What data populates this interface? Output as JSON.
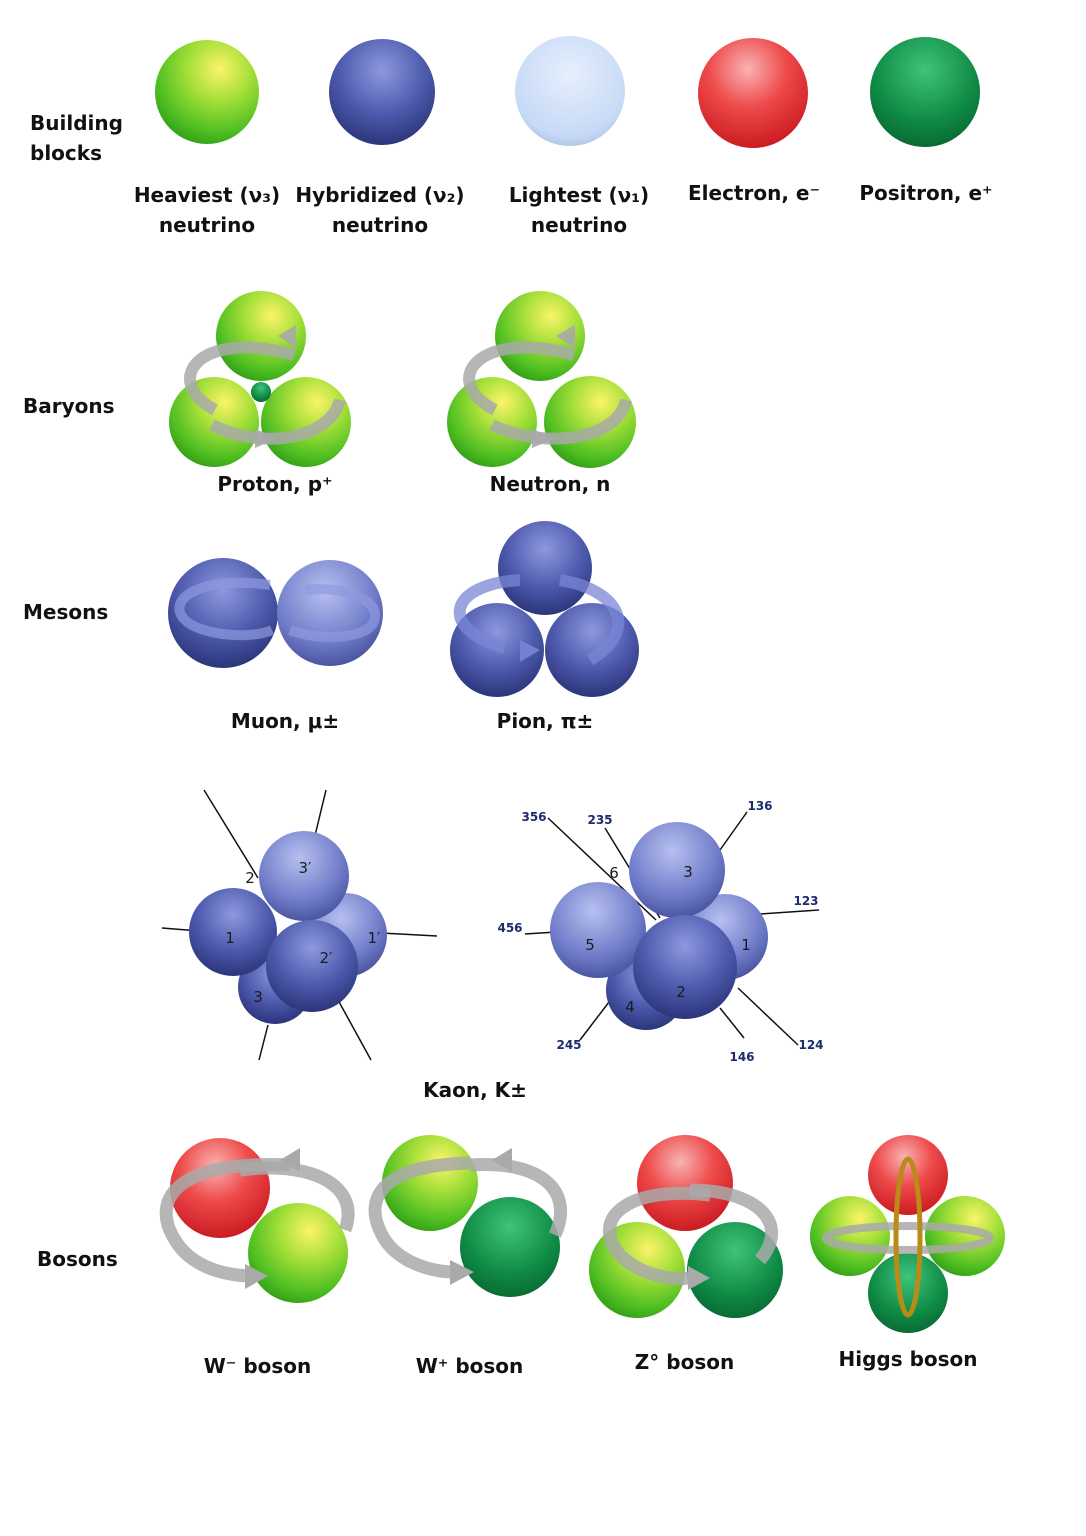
{
  "rows": {
    "building_blocks": "Building\nblocks",
    "baryons": "Baryons",
    "mesons": "Mesons",
    "bosons": "Bosons"
  },
  "building_blocks": [
    {
      "line1": "Heaviest (ν₃)",
      "line2": "neutrino",
      "color": "green-yellow"
    },
    {
      "line1": "Hybridized (ν₂)",
      "line2": "neutrino",
      "color": "blue"
    },
    {
      "line1": "Lightest (ν₁)",
      "line2": "neutrino",
      "color": "light-blue"
    },
    {
      "line1": "Electron, e⁻",
      "line2": "",
      "color": "red"
    },
    {
      "line1": "Positron, e⁺",
      "line2": "",
      "color": "dark-green"
    }
  ],
  "baryons": {
    "proton": "Proton, p⁺",
    "neutron": "Neutron, n"
  },
  "mesons": {
    "muon": "Muon, μ±",
    "pion": "Pion, π±"
  },
  "kaon": {
    "label": "Kaon, K±",
    "left_numbers": [
      "1",
      "2",
      "3",
      "1′",
      "2′",
      "3′"
    ],
    "right_sphere_numbers": [
      "1",
      "2",
      "3",
      "4",
      "5",
      "6"
    ],
    "right_line_labels": [
      "356",
      "235",
      "136",
      "123",
      "456",
      "245",
      "146",
      "124"
    ]
  },
  "bosons": {
    "w_minus": "W⁻ boson",
    "w_plus": "W⁺ boson",
    "z0": "Z° boson",
    "higgs": "Higgs boson"
  },
  "colors": {
    "green_yellow": "#7fd12a",
    "blue": "#4a55a8",
    "light_blue": "#cfe0f8",
    "red": "#e4242a",
    "dark_green": "#0f8a45",
    "arrow_gray": "#a9a9a9",
    "higgs_ring": "#b98b17"
  }
}
